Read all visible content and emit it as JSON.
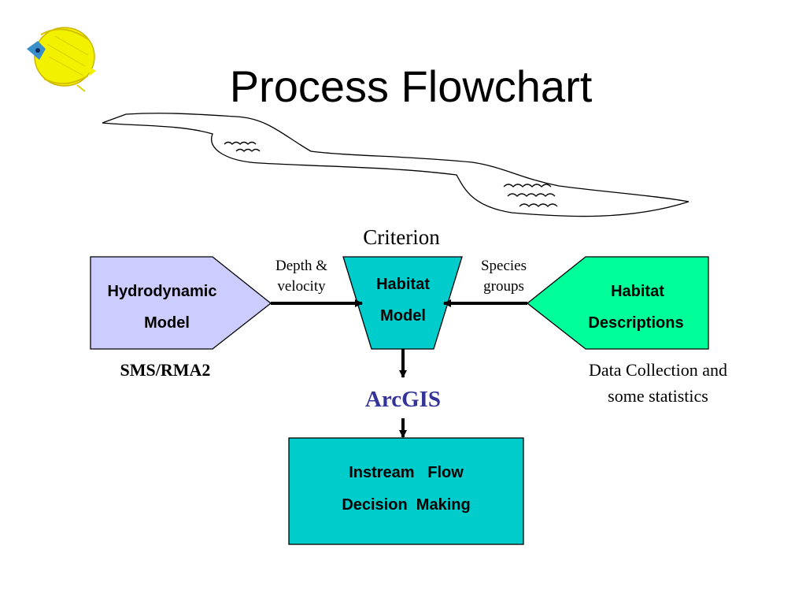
{
  "slide": {
    "title": "Process Flowchart",
    "icons": {
      "fish": "butterflyfish-icon",
      "river": "river-icon"
    }
  },
  "flowchart": {
    "criterion": "Criterion",
    "left_box": {
      "line1": "Hydrodynamic",
      "line2": "Model",
      "caption": "SMS/RMA2",
      "color": "#CCCCFF"
    },
    "center_box": {
      "line1": "Habitat",
      "line2": "Model",
      "color": "#00CCCC"
    },
    "right_box": {
      "line1": "Habitat",
      "line2": "Descriptions",
      "caption_line1": "Data Collection and",
      "caption_line2": "some statistics",
      "color": "#00FF99"
    },
    "left_arrow_label": {
      "line1": "Depth &",
      "line2": "velocity"
    },
    "right_arrow_label": {
      "line1": "Species",
      "line2": "groups"
    },
    "middle_label": "ArcGIS",
    "middle_label_color": "#333399",
    "bottom_box": {
      "line1": "Instream   Flow",
      "line2": "Decision  Making",
      "color": "#00CCCC"
    }
  }
}
